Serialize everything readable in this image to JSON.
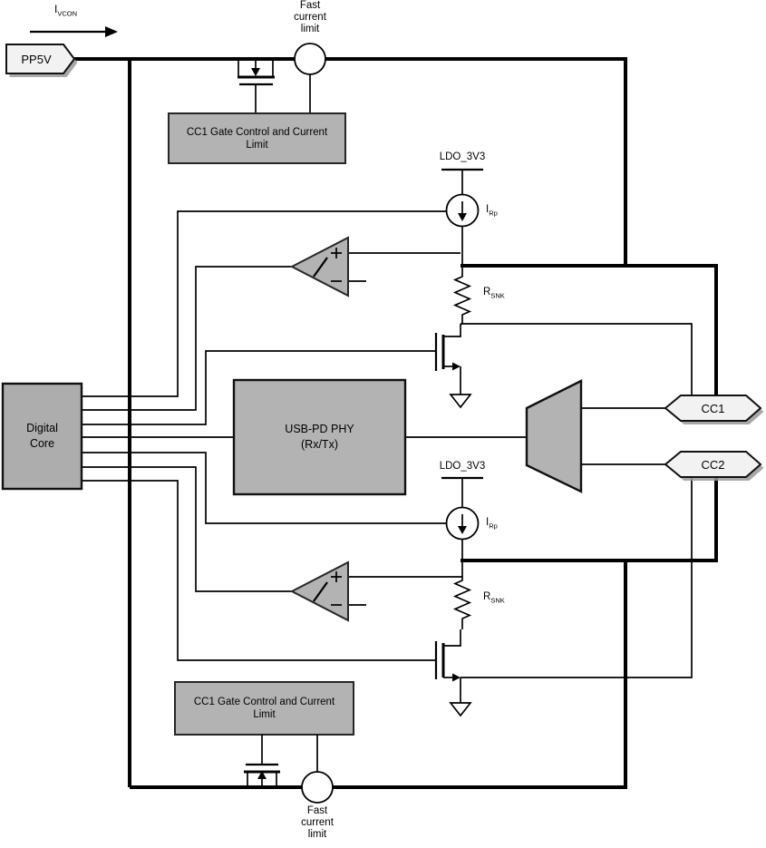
{
  "labels": {
    "ivcon": {
      "base": "I",
      "sub": "VCON"
    },
    "pp5v": "PP5V",
    "fast_current_limit_top": "Fast current limit",
    "gate_control_top": "CC1 Gate Control and Current Limit",
    "ldo_top": "LDO_3V3",
    "irp_top": {
      "base": "I",
      "sub": "Rp"
    },
    "rsnk_top": {
      "base": "R",
      "sub": "SNK"
    },
    "digital_core": "Digital Core",
    "usbpd_phy_line1": "USB-PD PHY",
    "usbpd_phy_line2": "(Rx/Tx)",
    "ldo_bottom": "LDO_3V3",
    "irp_bottom": {
      "base": "I",
      "sub": "Rp"
    },
    "rsnk_bottom": {
      "base": "R",
      "sub": "SNK"
    },
    "gate_control_bottom": "CC1 Gate Control and Current Limit",
    "fast_current_limit_bottom": "Fast current limit",
    "cc1": "CC1",
    "cc2": "CC2"
  },
  "colors": {
    "block_fill": "#b3b3b3",
    "core_fill": "#adadad",
    "tag_fill": "#f2f2f2",
    "wire": "#000000",
    "shadow": "#999999",
    "background": "#ffffff"
  }
}
